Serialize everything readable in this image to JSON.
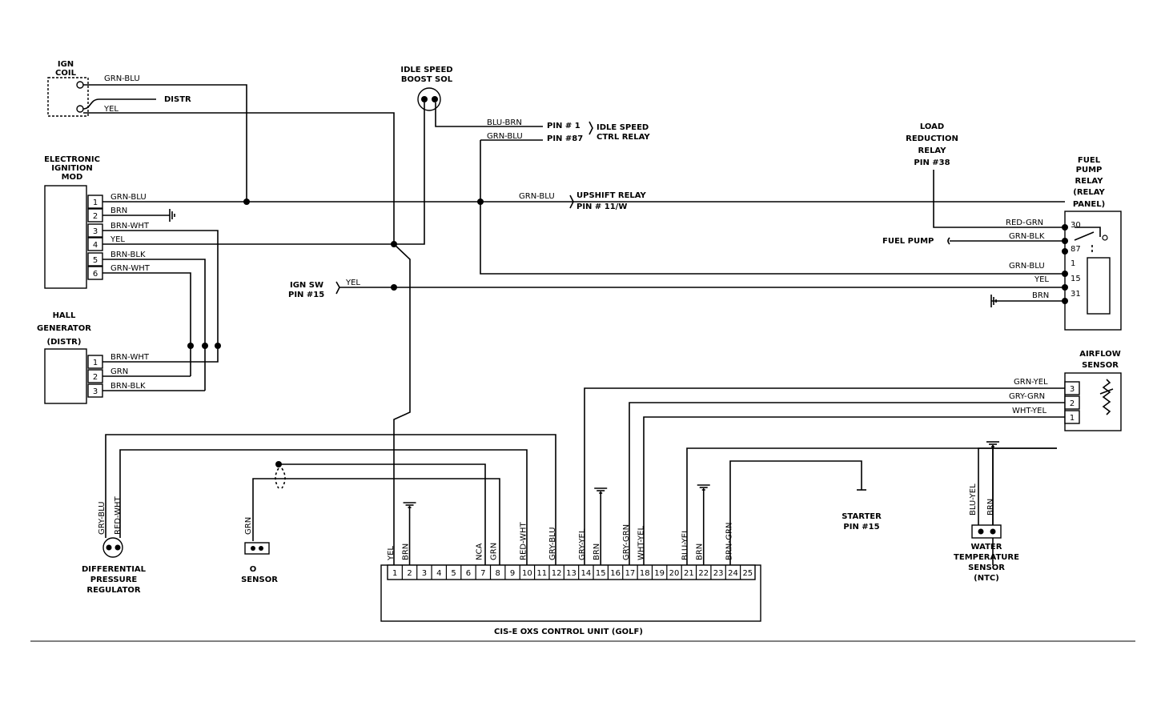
{
  "components": {
    "ign_coil": [
      "IGN",
      "COIL"
    ],
    "distr": "DISTR",
    "idle_speed_boost_sol": [
      "IDLE SPEED",
      "BOOST SOL"
    ],
    "electronic_ignition_mod": [
      "ELECTRONIC",
      "IGNITION",
      "MOD"
    ],
    "hall_generator": [
      "HALL",
      "GENERATOR",
      "(DISTR)"
    ],
    "idle_speed_ctrl_relay": [
      "IDLE SPEED",
      "CTRL RELAY"
    ],
    "pin_1": "PIN # 1",
    "pin_87": "PIN #87",
    "upshift_relay": [
      "UPSHIFT RELAY",
      "PIN # 11/W"
    ],
    "load_reduction_relay": [
      "LOAD",
      "REDUCTION",
      "RELAY",
      "PIN #38"
    ],
    "fuel_pump_relay": [
      "FUEL",
      "PUMP",
      "RELAY",
      "(RELAY",
      "PANEL)"
    ],
    "fuel_pump": "FUEL PUMP",
    "ign_sw": [
      "IGN SW",
      "PIN #15"
    ],
    "airflow_sensor": [
      "AIRFLOW",
      "SENSOR"
    ],
    "differential_pressure_regulator": [
      "DIFFERENTIAL",
      "PRESSURE",
      "REGULATOR"
    ],
    "o2_sensor": [
      "O",
      "SENSOR"
    ],
    "starter": [
      "STARTER",
      "PIN #15"
    ],
    "water_temperature_sensor": [
      "WATER",
      "TEMPERATURE",
      "SENSOR",
      "(NTC)"
    ],
    "control_unit": "CIS-E OXS CONTROL UNIT (GOLF)"
  },
  "wire_colors": {
    "coil_top": "GRN-BLU",
    "coil_bottom": "YEL",
    "sol_1": "BLU-BRN",
    "sol_2": "GRN-BLU",
    "upshift": "GRN-BLU",
    "ign_sw": "YEL",
    "fp_red_grn": "RED-GRN",
    "fp_grn_blk": "GRN-BLK",
    "fp_grn_blu": "GRN-BLU",
    "fp_yel": "YEL",
    "fp_brn": "BRN",
    "af_grn_yel": "GRN-YEL",
    "af_gry_grn": "GRY-GRN",
    "af_wht_yel": "WHT-YEL",
    "dpr_1": "GRY-BLU",
    "dpr_2": "RED-WHT",
    "o2": "GRN",
    "wt_1": "BLU-YEL",
    "wt_2": "BRN"
  },
  "ignition_module_pins": [
    {
      "pin": "1",
      "wire": "GRN-BLU"
    },
    {
      "pin": "2",
      "wire": "BRN"
    },
    {
      "pin": "3",
      "wire": "BRN-WHT"
    },
    {
      "pin": "4",
      "wire": "YEL"
    },
    {
      "pin": "5",
      "wire": "BRN-BLK"
    },
    {
      "pin": "6",
      "wire": "GRN-WHT"
    }
  ],
  "hall_generator_pins": [
    {
      "pin": "1",
      "wire": "BRN-WHT"
    },
    {
      "pin": "2",
      "wire": "GRN"
    },
    {
      "pin": "3",
      "wire": "BRN-BLK"
    }
  ],
  "fuel_pump_relay_pins": [
    "30",
    "87",
    "1",
    "15",
    "31"
  ],
  "airflow_sensor_pins": [
    "3",
    "2",
    "1"
  ],
  "control_unit_pins": [
    "1",
    "2",
    "3",
    "4",
    "5",
    "6",
    "7",
    "8",
    "9",
    "10",
    "11",
    "12",
    "13",
    "14",
    "15",
    "16",
    "17",
    "18",
    "19",
    "20",
    "21",
    "22",
    "23",
    "24",
    "25"
  ],
  "control_unit_wires": [
    {
      "pin": 1,
      "label": "YEL"
    },
    {
      "pin": 2,
      "label": "BRN"
    },
    {
      "pin": 7,
      "label": "NCA"
    },
    {
      "pin": 8,
      "label": "GRN"
    },
    {
      "pin": 10,
      "label": "RED-WHT"
    },
    {
      "pin": 12,
      "label": "GRY-BLU"
    },
    {
      "pin": 14,
      "label": "GRY-YEL"
    },
    {
      "pin": 15,
      "label": "BRN"
    },
    {
      "pin": 17,
      "label": "GRY-GRN"
    },
    {
      "pin": 18,
      "label": "WHT-YEL"
    },
    {
      "pin": 21,
      "label": "BLU-YEL"
    },
    {
      "pin": 22,
      "label": "BRN"
    },
    {
      "pin": 24,
      "label": "BRN-GRN"
    }
  ]
}
